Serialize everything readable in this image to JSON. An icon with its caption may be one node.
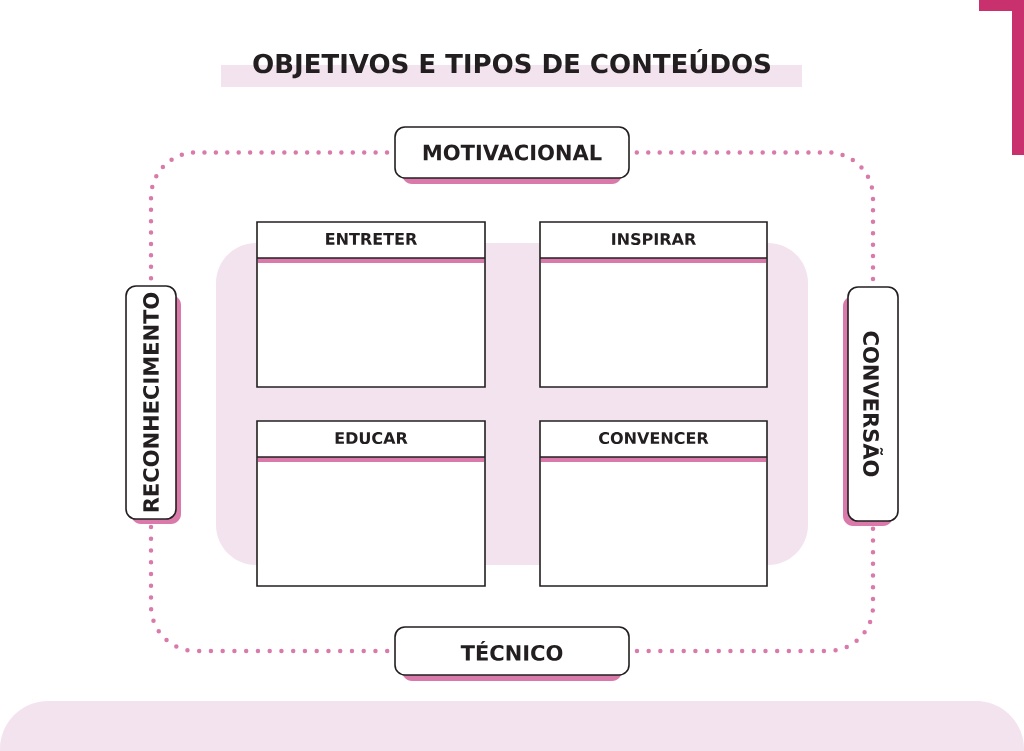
{
  "diagram": {
    "title": "OBJETIVOS E TIPOS DE CONTEÚDOS",
    "nodes": [
      {
        "text": [
          "MOTIVACIONAL"
        ]
      },
      {
        "text": [
          "ENTRETER"
        ]
      },
      {
        "text": [
          "INSPIRAR"
        ]
      },
      {
        "text": [
          "RECONHECIMENTO"
        ]
      },
      {
        "text": [
          "CONVERSÃO"
        ]
      },
      {
        "text": [
          "EDUCAR"
        ]
      },
      {
        "text": [
          "CONVENCER"
        ]
      },
      {
        "text": [
          "TÉCNICO"
        ]
      },
      {
        "text": [],
        "shape": "bar"
      }
    ],
    "edges": [
      {
        "from": 3,
        "to": 0,
        "arrow": "none"
      },
      {
        "from": 0,
        "to": 4,
        "arrow": "none"
      },
      {
        "from": 4,
        "to": 7,
        "arrow": "none"
      },
      {
        "from": 7,
        "to": 3,
        "arrow": "none"
      }
    ]
  }
}
